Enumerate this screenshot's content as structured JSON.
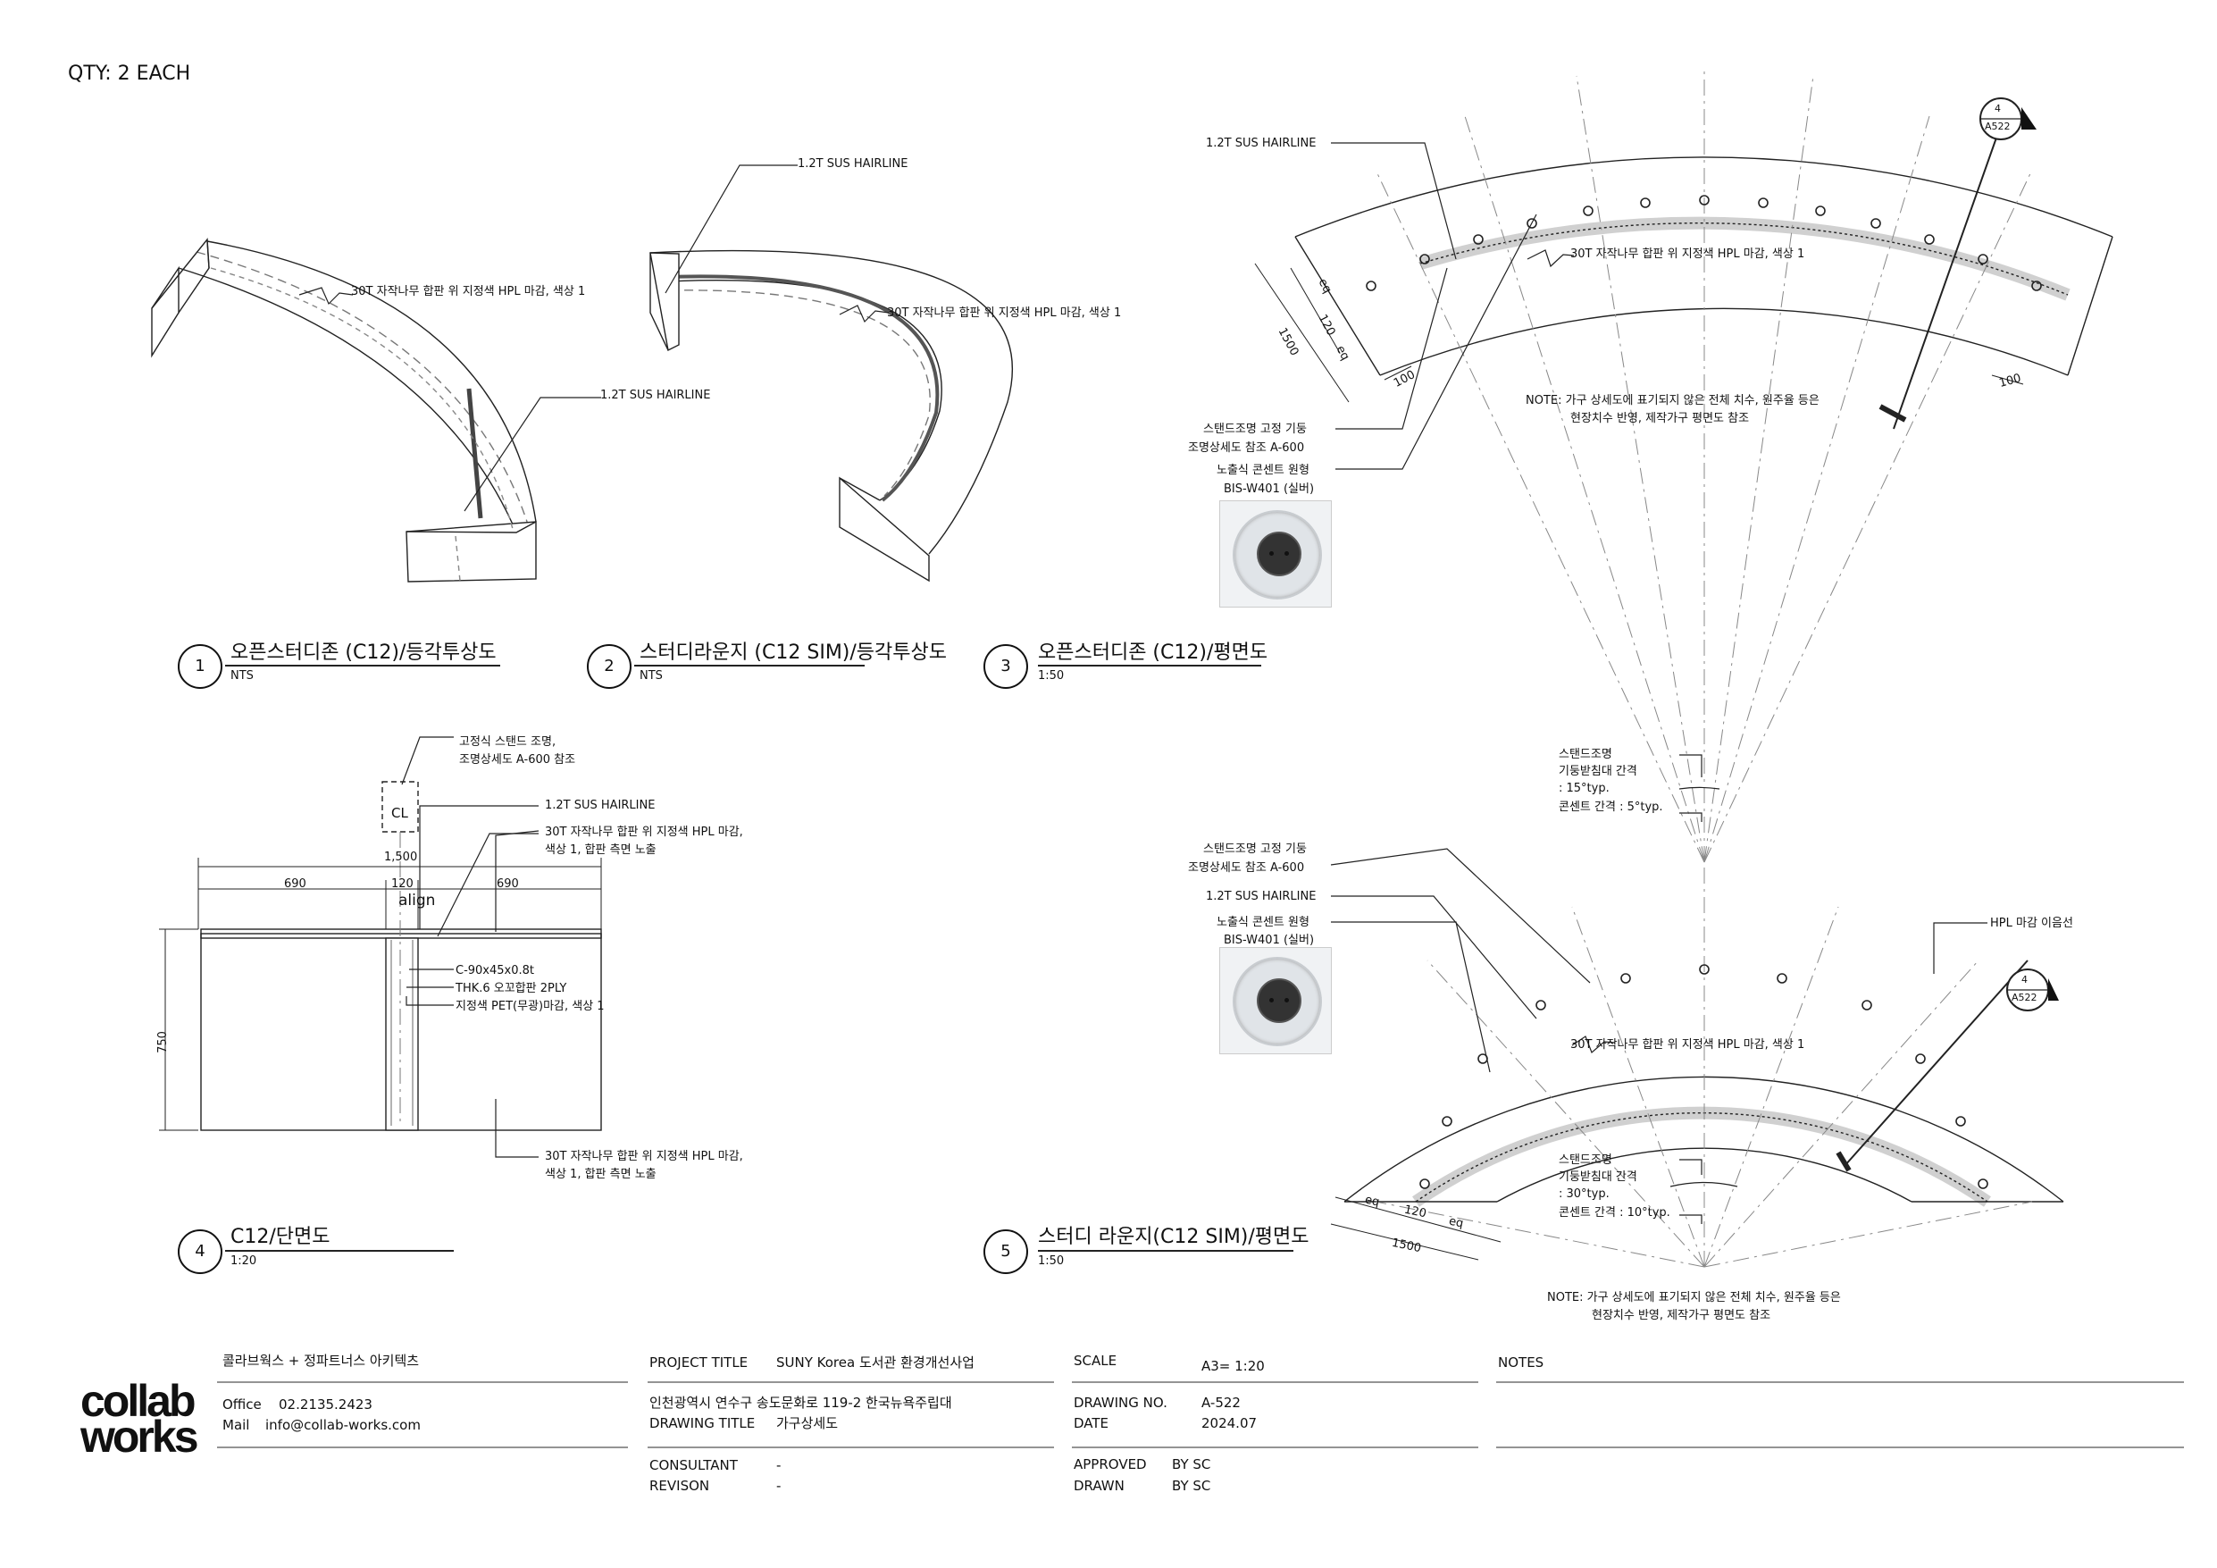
{
  "header": {
    "qty": "QTY: 2 EACH"
  },
  "views": [
    {
      "num": "1",
      "title": "오픈스터디존 (C12)/등각투상도",
      "scale": "NTS"
    },
    {
      "num": "2",
      "title": "스터디라운지 (C12 SIM)/등각투상도",
      "scale": "NTS"
    },
    {
      "num": "3",
      "title": "오픈스터디존 (C12)/평면도",
      "scale": "1:50"
    },
    {
      "num": "4",
      "title": "C12/단면도",
      "scale": "1:20"
    },
    {
      "num": "5",
      "title": "스터디 라운지(C12 SIM)/평면도",
      "scale": "1:50"
    }
  ],
  "labels": {
    "sus": "1.2T SUS HAIRLINE",
    "hpl": "30T 자작나무 합판 위 지정색 HPL 마감, 색상 1",
    "stand_post_1": "스탠드조명 고정 기둥",
    "stand_post_2": "조명상세도 참조 A-600",
    "outlet_1": "노출식 콘센트 원형",
    "outlet_2": "BIS-W401 (실버)",
    "note_1": "NOTE: 가구 상세도에 표기되지 않은 전체 치수, 원주율 등은",
    "note_2": "현장치수 반영, 제작가구 평면도 참조",
    "hpl_joint": "HPL 마감 이음선",
    "stand_light": "스탠드조명",
    "post_spacing": "기둥받침대 간격",
    "deg15": ": 15°typ.",
    "outlet5": "콘센트 간격 : 5°typ.",
    "deg30": ": 30°typ.",
    "outlet10": "콘센트 간격 : 10°typ.",
    "fixed_light_1": "고정식 스탠드 조명,",
    "fixed_light_2": "조명상세도 A-600 참조",
    "cl": "CL",
    "hpl_side_1": "30T 자작나무 합판 위 지정색 HPL 마감,",
    "hpl_side_2": "색상 1, 합판 측면 노출",
    "channel": "C-90x45x0.8t",
    "plywood": "THK.6 오꼬합판 2PLY",
    "pet": "지정색 PET(무광)마감, 색상 1",
    "align": "align",
    "section_ref": "4",
    "section_sheet": "A522"
  },
  "dims": {
    "d1500": "1500",
    "d120": "120",
    "eq": "eq",
    "d100": "100",
    "d1500c": "1,500",
    "d690": "690",
    "d750": "750"
  },
  "title_block": {
    "firm": "콜라브웍스 + 정파트너스 아키텍츠",
    "office_label": "Office",
    "office": "02.2135.2423",
    "mail_label": "Mail",
    "mail": "info@collab-works.com",
    "logo_1": "collab",
    "logo_2": "works",
    "project_label": "PROJECT TITLE",
    "project": "SUNY Korea 도서관 환경개선사업",
    "address": "인천광역시 연수구 송도문화로 119-2 한국뉴욕주립대",
    "drawing_title_label": "DRAWING TITLE",
    "drawing_title": "가구상세도",
    "consultant_label": "CONSULTANT",
    "consultant": "-",
    "revision_label": "REVISON",
    "revision": "-",
    "scale_label": "SCALE",
    "scale": "A3= 1:20",
    "drawing_no_label": "DRAWING NO.",
    "drawing_no": "A-522",
    "date_label": "DATE",
    "date": "2024.07",
    "approved_label": "APPROVED",
    "approved_by": "BY  SC",
    "drawn_label": "DRAWN",
    "drawn_by": "BY  SC",
    "notes_label": "NOTES"
  }
}
